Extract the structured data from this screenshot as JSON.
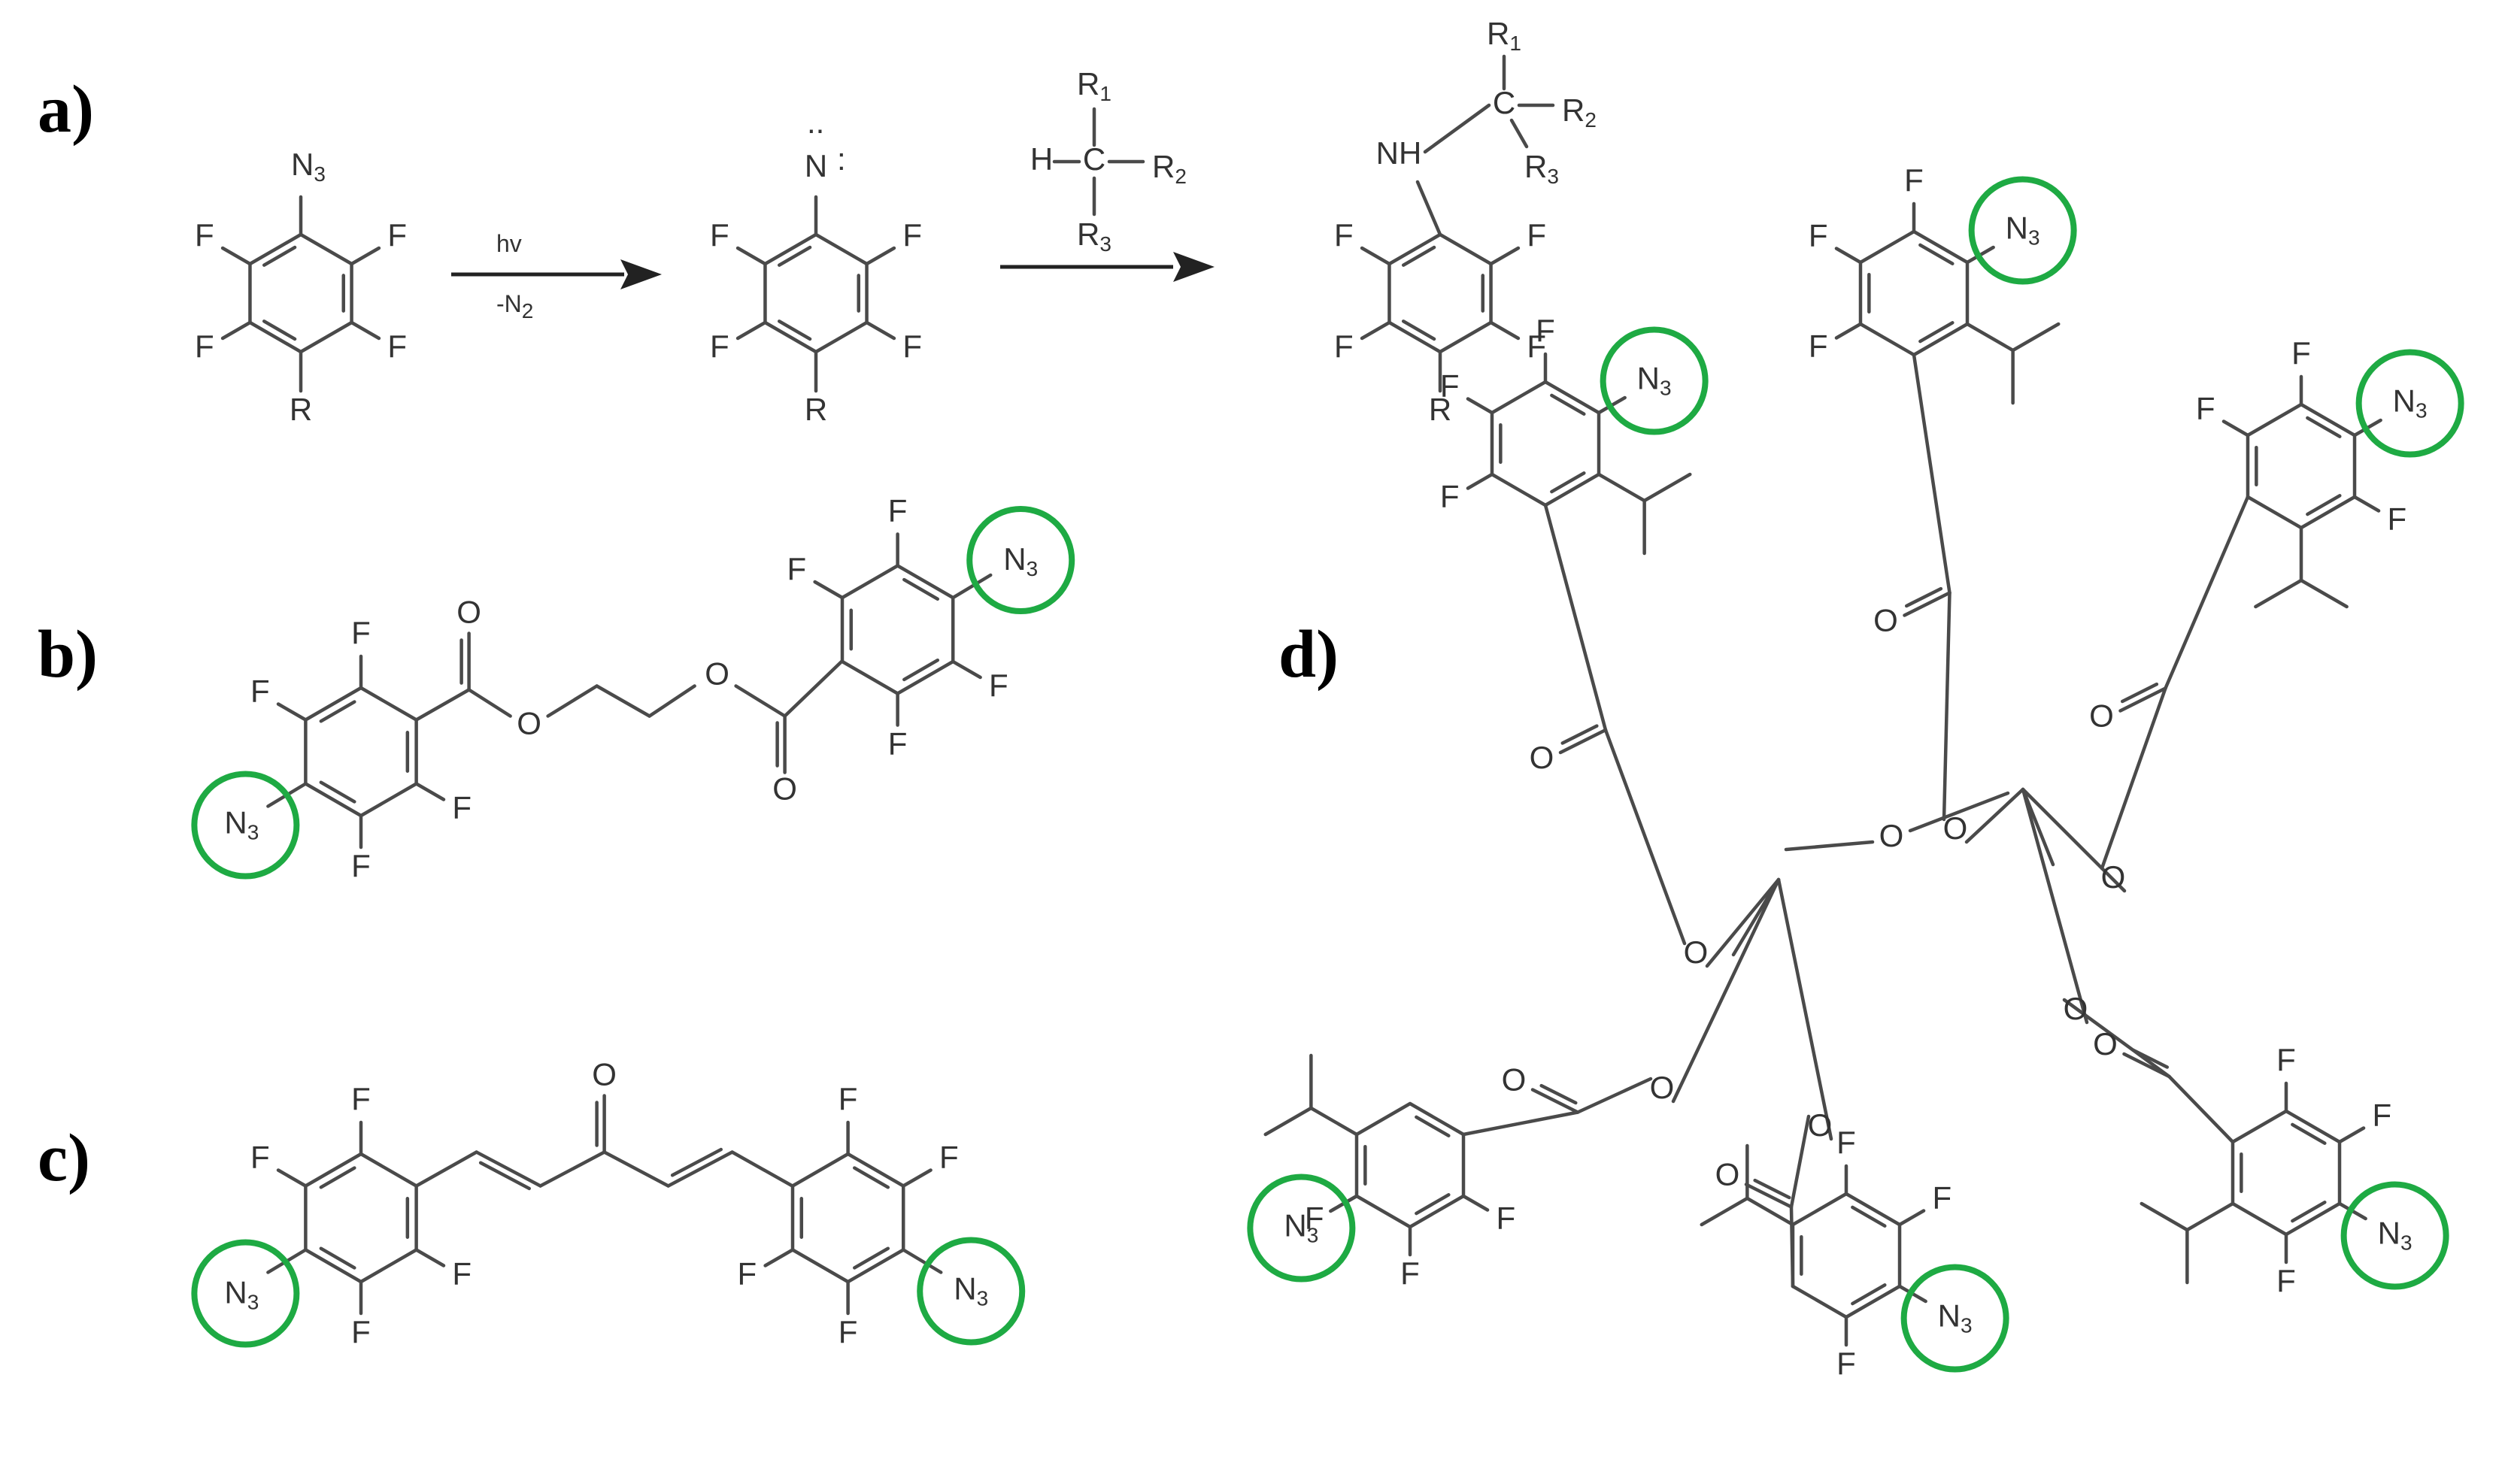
{
  "panels": {
    "a": "a)",
    "b": "b)",
    "c": "c)",
    "d": "d)"
  },
  "colors": {
    "highlight": "#1eaa43",
    "bond": "#4a4a4a",
    "text": "#333333"
  },
  "atoms": {
    "F": "F",
    "N": "N",
    "NH": "NH",
    "R": "R",
    "O": "O",
    "H": "H",
    "C": "C",
    "R1": "R",
    "R2": "R",
    "R3": "R",
    "N3": "N"
  },
  "subscripts": {
    "one": "1",
    "two": "2",
    "three": "3"
  },
  "reaction": {
    "step1_top": "hv",
    "step1_bottom_main": "-N",
    "step1_bottom_sub": "2",
    "nitrene_dots": "•• :"
  }
}
